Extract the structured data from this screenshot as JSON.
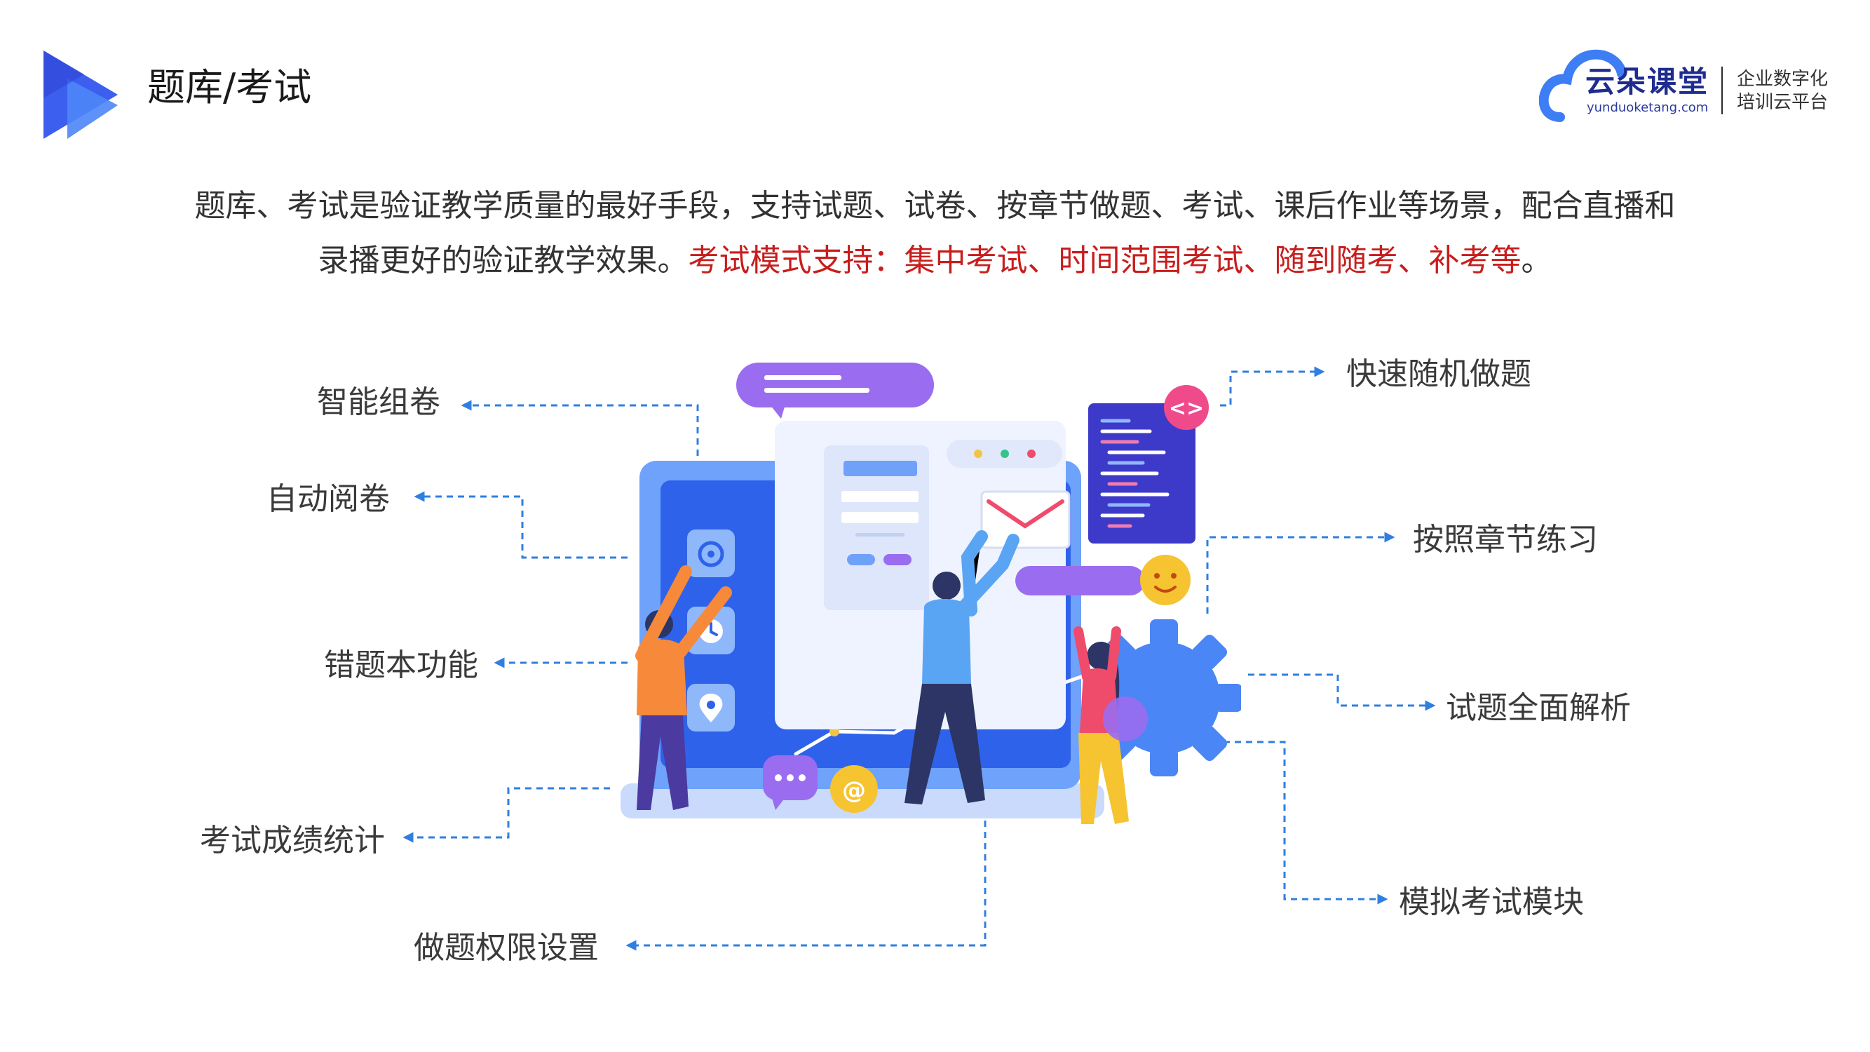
{
  "header": {
    "title": "题库/考试",
    "brand": {
      "name": "云朵课堂",
      "url": "yunduoketang.com",
      "tagline_line1": "企业数字化",
      "tagline_line2": "培训云平台"
    }
  },
  "intro": {
    "line1": "题库、考试是验证教学质量的最好手段，支持试题、试卷、按章节做题、考试、课后作业等场景，配合直播和",
    "line2_normal": "录播更好的验证教学效果。",
    "line2_highlight": "考试模式支持：集中考试、时间范围考试、随到随考、补考等",
    "line2_end": "。"
  },
  "features": {
    "left": [
      "智能组卷",
      "自动阅卷",
      "错题本功能",
      "考试成绩统计",
      "做题权限设置"
    ],
    "right": [
      "快速随机做题",
      "按照章节练习",
      "试题全面解析",
      "模拟考试模块"
    ]
  },
  "illustration": {
    "code_badge": "<>",
    "at_badge": "@"
  },
  "colors": {
    "accent_blue": "#3b6cf0",
    "highlight_red": "#c81d1d",
    "purple": "#9a6df0",
    "connector": "#2f7fe0"
  }
}
